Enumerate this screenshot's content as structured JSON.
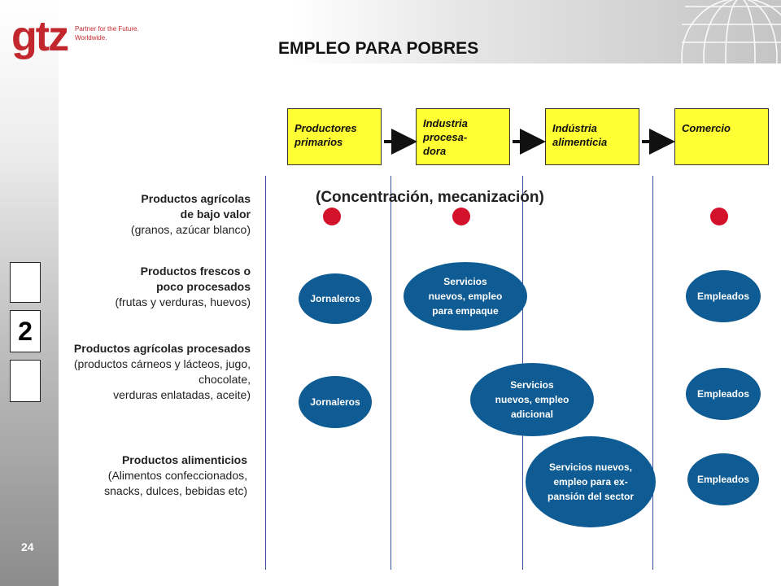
{
  "logo": {
    "word": "gtz",
    "tagline_1": "Partner for the Future.",
    "tagline_2": "Worldwide."
  },
  "title": "EMPLEO PARA POBRES",
  "page_number": "24",
  "section_marker": "2",
  "stages": [
    {
      "label": "Productores\nprimarios"
    },
    {
      "label": "Industria\nprocesa-\ndora"
    },
    {
      "label": "Indústria\nalimenticia"
    },
    {
      "label": "Comercio"
    }
  ],
  "concentration_label": "(Concentración, mecanización)",
  "rows": [
    {
      "title": "Productos agrícolas\nde bajo valor",
      "detail": "(granos, azúcar blanco)"
    },
    {
      "title": "Productos frescos o\npoco procesados",
      "detail": "(frutas y verduras, huevos)"
    },
    {
      "title": "Productos agrícolas procesados",
      "detail": "(productos cárneos y lácteos, jugo,\nchocolate,\nverduras enlatadas, aceite)"
    },
    {
      "title": "Productos alimenticios",
      "detail": "(Alimentos confeccionados,\nsnacks, dulces, bebidas etc)"
    }
  ],
  "ellipses": {
    "jornaleros_1": "Jornaleros",
    "servicios_empaque": "Servicios\nnuevos, empleo\npara empaque",
    "empleados_1": "Empleados",
    "jornaleros_2": "Jornaleros",
    "servicios_adicional": "Servicios\nnuevos, empleo\nadicional",
    "empleados_2": "Empleados",
    "servicios_expansion": "Servicios nuevos,\nempleo  para  ex-\npansión del sector",
    "empleados_3": "Empleados"
  },
  "colors": {
    "brand_red": "#c1272d",
    "stage_yellow": "#ffff33",
    "ellipse_blue": "#0f5b93",
    "dot_red": "#d3112b",
    "divider_blue": "#3b4fa0"
  }
}
